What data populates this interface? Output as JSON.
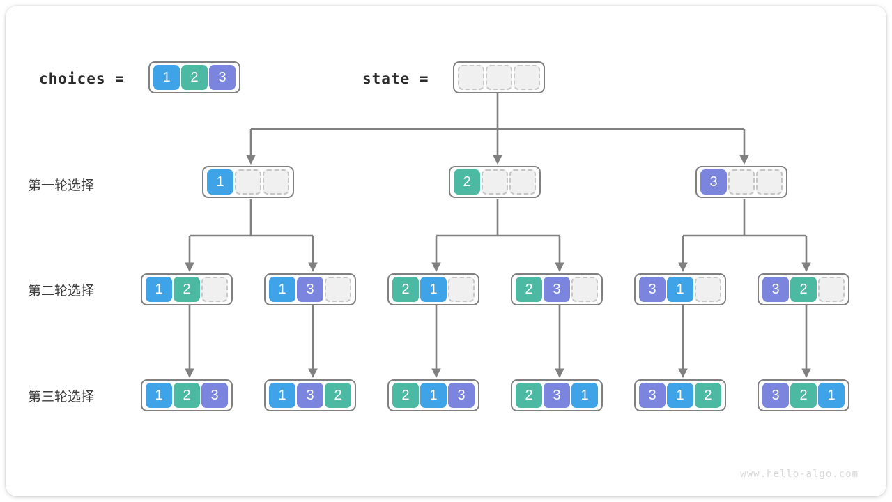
{
  "watermark": "www.hello-algo.com",
  "colors": {
    "value_1": "#3fa3e8",
    "value_2": "#4cb9a3",
    "value_3": "#7b85dd",
    "box_border": "#808080",
    "empty_cell_fill": "#f0f0f0",
    "empty_cell_border": "#c6c6c6",
    "connector": "#808080",
    "text": "#2b2b2b"
  },
  "header": {
    "choices_label": "choices  =",
    "choices_values": [
      "1",
      "2",
      "3"
    ],
    "state_label": "state  =",
    "state_values": [
      "",
      "",
      ""
    ]
  },
  "rows": [
    {
      "label": "第一轮选择",
      "nodes": [
        {
          "values": [
            "1",
            "",
            ""
          ]
        },
        {
          "values": [
            "2",
            "",
            ""
          ]
        },
        {
          "values": [
            "3",
            "",
            ""
          ]
        }
      ]
    },
    {
      "label": "第二轮选择",
      "nodes": [
        {
          "values": [
            "1",
            "2",
            ""
          ]
        },
        {
          "values": [
            "1",
            "3",
            ""
          ]
        },
        {
          "values": [
            "2",
            "1",
            ""
          ]
        },
        {
          "values": [
            "2",
            "3",
            ""
          ]
        },
        {
          "values": [
            "3",
            "1",
            ""
          ]
        },
        {
          "values": [
            "3",
            "2",
            ""
          ]
        }
      ]
    },
    {
      "label": "第三轮选择",
      "nodes": [
        {
          "values": [
            "1",
            "2",
            "3"
          ]
        },
        {
          "values": [
            "1",
            "3",
            "2"
          ]
        },
        {
          "values": [
            "2",
            "1",
            "3"
          ]
        },
        {
          "values": [
            "2",
            "3",
            "1"
          ]
        },
        {
          "values": [
            "3",
            "1",
            "2"
          ]
        },
        {
          "values": [
            "3",
            "2",
            "1"
          ]
        }
      ]
    }
  ],
  "chart_data": {
    "type": "diagram",
    "title": "Permutation backtracking tree",
    "root": {
      "state": [
        "",
        "",
        ""
      ],
      "choices": [
        "1",
        "2",
        "3"
      ]
    },
    "levels": [
      {
        "name": "第一轮选择",
        "states": [
          [
            "1"
          ],
          [
            "2"
          ],
          [
            "3"
          ]
        ]
      },
      {
        "name": "第二轮选择",
        "states": [
          [
            "1",
            "2"
          ],
          [
            "1",
            "3"
          ],
          [
            "2",
            "1"
          ],
          [
            "2",
            "3"
          ],
          [
            "3",
            "1"
          ],
          [
            "3",
            "2"
          ]
        ]
      },
      {
        "name": "第三轮选择",
        "states": [
          [
            "1",
            "2",
            "3"
          ],
          [
            "1",
            "3",
            "2"
          ],
          [
            "2",
            "1",
            "3"
          ],
          [
            "2",
            "3",
            "1"
          ],
          [
            "3",
            "1",
            "2"
          ],
          [
            "3",
            "2",
            "1"
          ]
        ]
      }
    ],
    "edges": [
      {
        "from": "root",
        "to": [
          "1"
        ]
      },
      {
        "from": "root",
        "to": [
          "2"
        ]
      },
      {
        "from": "root",
        "to": [
          "3"
        ]
      },
      {
        "from": [
          "1"
        ],
        "to": [
          "1",
          "2"
        ]
      },
      {
        "from": [
          "1"
        ],
        "to": [
          "1",
          "3"
        ]
      },
      {
        "from": [
          "2"
        ],
        "to": [
          "2",
          "1"
        ]
      },
      {
        "from": [
          "2"
        ],
        "to": [
          "2",
          "3"
        ]
      },
      {
        "from": [
          "3"
        ],
        "to": [
          "3",
          "1"
        ]
      },
      {
        "from": [
          "3"
        ],
        "to": [
          "3",
          "2"
        ]
      },
      {
        "from": [
          "1",
          "2"
        ],
        "to": [
          "1",
          "2",
          "3"
        ]
      },
      {
        "from": [
          "1",
          "3"
        ],
        "to": [
          "1",
          "3",
          "2"
        ]
      },
      {
        "from": [
          "2",
          "1"
        ],
        "to": [
          "2",
          "1",
          "3"
        ]
      },
      {
        "from": [
          "2",
          "3"
        ],
        "to": [
          "2",
          "3",
          "1"
        ]
      },
      {
        "from": [
          "3",
          "1"
        ],
        "to": [
          "3",
          "1",
          "2"
        ]
      },
      {
        "from": [
          "3",
          "2"
        ],
        "to": [
          "3",
          "2",
          "1"
        ]
      }
    ]
  }
}
